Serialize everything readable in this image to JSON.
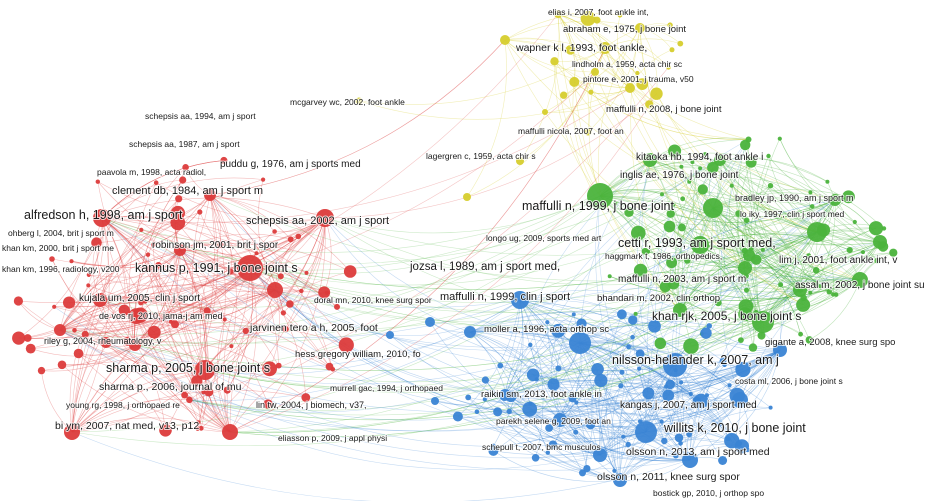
{
  "colors": {
    "red": "#dc3b3b",
    "green": "#4bb33c",
    "blue": "#3a84d4",
    "yellow": "#d6cd2d",
    "background": "#ffffff"
  },
  "clusters": {
    "red": {
      "color": "#dc3b3b",
      "labels": [
        "schepsis aa, 1994, am j sport",
        "schepsis aa, 1987, am j sport",
        "paavola m, 1998, acta radiol,",
        "puddu g, 1976, am j sports med",
        "clement db, 1984, am j sport m",
        "alfredson h, 1998, am j sport",
        "schepsis aa, 2002, am j sport",
        "ohberg l, 2004, brit j sport m",
        "khan km, 2000, brit j sport me",
        "robinson jm, 2001, brit j spor",
        "kannus p, 1991, j bone joint s",
        "khan km, 1996, radiology, v200",
        "kujala um, 2005, clin j sport",
        "de vos rj, 2010, jama-j am med",
        "jarvinen tero a h, 2005, foot",
        "riley g, 2004, rheumatology, v",
        "sharma p, 2005, j bone joint s",
        "sharma p., 2006, journal of mu",
        "young rg, 1998, j orthopaed re",
        "lin tw, 2004, j biomech, v37,",
        "bi ym, 2007, nat med, v13, p12",
        "eliasson p, 2009, j appl physi"
      ]
    },
    "yellow": {
      "color": "#d6cd2d",
      "labels": [
        "elias i, 2007, foot ankle int,",
        "abraham e, 1975, j bone joint",
        "wapner k l, 1993, foot ankle,",
        "lindholm a, 1959, acta chir sc",
        "pintore e, 2001, j trauma, v50",
        "mcgarvey wc, 2002, foot ankle",
        "lagergren c, 1959, acta chir s"
      ]
    },
    "green": {
      "color": "#4bb33c",
      "labels": [
        "maffulli n, 2008, j bone joint",
        "maffulli nicola, 2007, foot an",
        "kitaoka hb, 1994, foot ankle i",
        "inglis ae, 1976, j bone joint",
        "maffulli n, 1999, j bone joint",
        "bradley jp, 1990, am j sport m",
        "lo iky, 1997, clin j sport med",
        "cetti r, 1993, am j sport med,",
        "longo ug, 2009, sports med art",
        "haggmark t, 1986, orthopedics,",
        "lim j, 2001, foot ankle int, v",
        "maffulli n, 2003, am j sport m",
        "assal m, 2002, j bone joint su",
        "bhandari m, 2002, clin orthop",
        "khan rjk, 2005, j bone joint s",
        "gigante a, 2008, knee surg spo"
      ]
    },
    "blue": {
      "color": "#3a84d4",
      "labels": [
        "jozsa l, 1989, am j sport med,",
        "doral mn, 2010, knee surg spor",
        "maffulli n, 1999, clin j sport",
        "moller a, 1996, acta orthop sc",
        "hess gregory william, 2010, fo",
        "nilsson-helander k, 2007, am j",
        "costa ml, 2006, j bone joint s",
        "murrell gac, 1994, j orthopaed",
        "raikin sm, 2013, foot ankle in",
        "kangas j, 2007, am j sport med",
        "parekh selene g, 2009, foot an",
        "willits k, 2010, j bone joint",
        "schepull t, 2007, bmc musculos",
        "olsson n, 2013, am j sport med",
        "olsson n, 2011, knee surg spor",
        "bostick gp, 2010, j orthop spo"
      ]
    }
  }
}
